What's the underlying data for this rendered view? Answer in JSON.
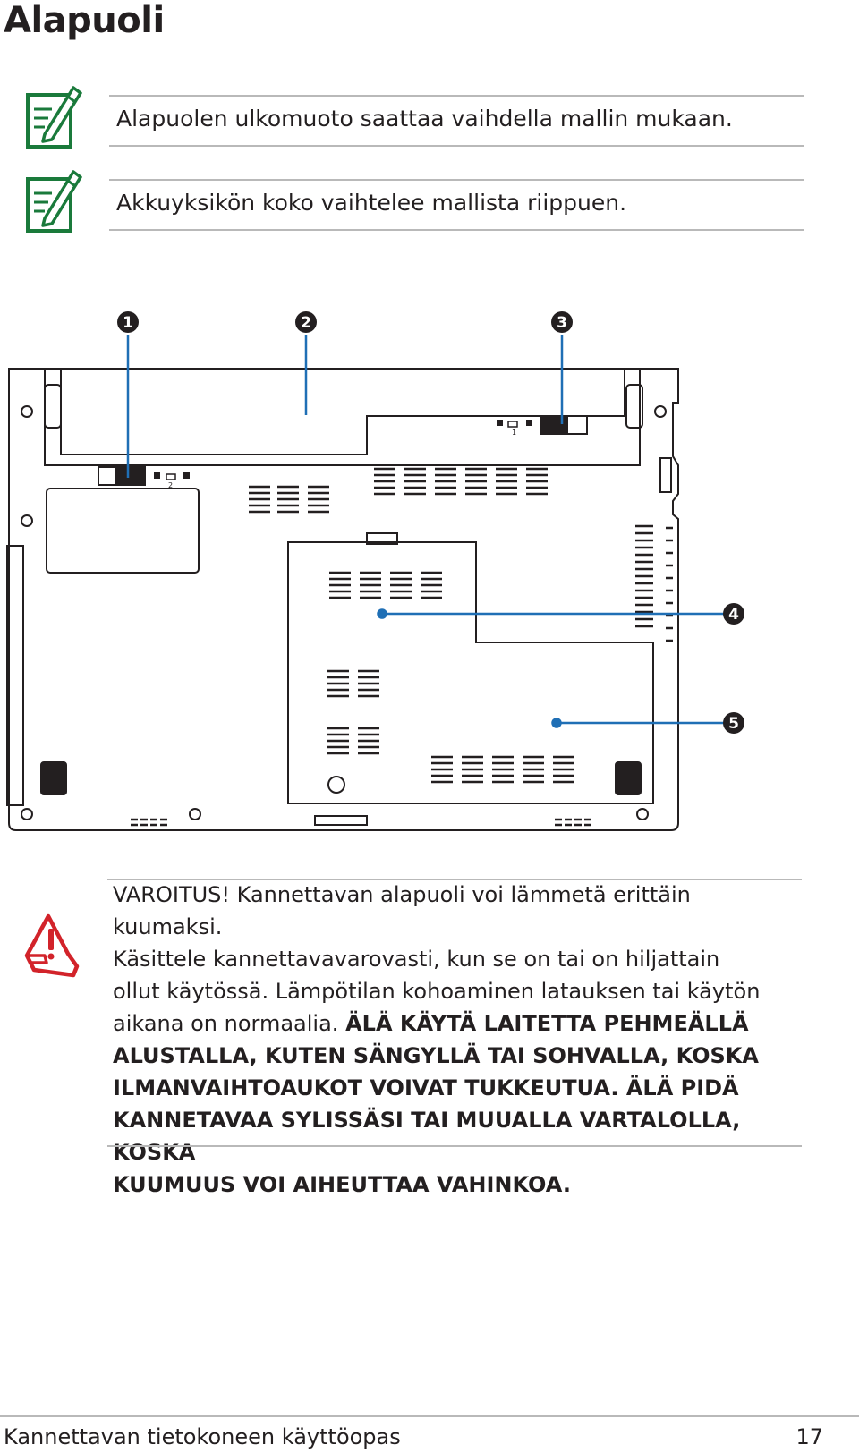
{
  "title": "Alapuoli",
  "notes": [
    {
      "text": "Alapuolen ulkomuoto saattaa vaihdella mallin mukaan."
    },
    {
      "text": "Akkuyksikön koko vaihtelee mallista riippuen."
    }
  ],
  "callouts": [
    "1",
    "2",
    "3",
    "4",
    "5"
  ],
  "lock_symbol_label": "2",
  "lock_symbol_label_right": "1",
  "warning": {
    "line1": "VAROITUS! Kannettavan alapuoli voi lämmetä erittäin kuumaksi.",
    "line2": "Käsittele kannettavavarovasti, kun se on tai on hiljattain",
    "line3": "ollut käytössä. Lämpötilan kohoaminen latauksen tai käytön",
    "line4_regular": "aikana on normaalia.",
    "line4_bold": "ÄLÄ KÄYTÄ LAITETTA PEHMEÄLLÄ",
    "line5": "ALUSTALLA, KUTEN SÄNGYLLÄ TAI SOHVALLA, KOSKA",
    "line6": "ILMANVAIHTOAUKOT VOIVAT TUKKEUTUA. ÄLÄ PIDÄ",
    "line7": "KANNETAVAA SYLISSÄSI TAI MUUALLA VARTALOLLA, KOSKA",
    "line8": "KUUMUUS VOI AIHEUTTAA VAHINKOA."
  },
  "footer": {
    "title": "Kannettavan tietokoneen käyttöopas",
    "page": "17"
  },
  "colors": {
    "note_icon": "#1a7a3b",
    "warning_icon": "#d2232a",
    "callout_line": "#1f6fb5",
    "callout_badge": "#231f20"
  }
}
